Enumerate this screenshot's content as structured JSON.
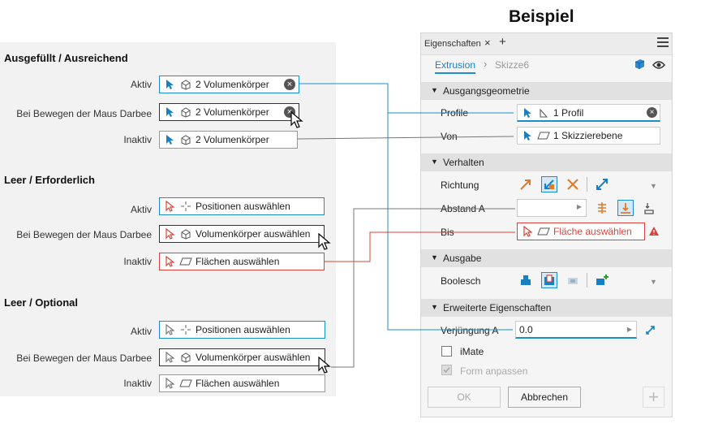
{
  "heading": "Beispiel",
  "left": {
    "sections": [
      {
        "title": "Ausgefüllt / Ausreichend",
        "rows": [
          {
            "label": "Aktiv",
            "text": "2 Volumenkörper"
          },
          {
            "label": "Bei Bewegen der Maus Darbee",
            "text": "2 Volumenkörper"
          },
          {
            "label": "Inaktiv",
            "text": "2 Volumenkörper"
          }
        ]
      },
      {
        "title": "Leer / Erforderlich",
        "rows": [
          {
            "label": "Aktiv",
            "text": "Positionen auswählen"
          },
          {
            "label": "Bei Bewegen der Maus Darbee",
            "text": "Volumenkörper auswählen"
          },
          {
            "label": "Inaktiv",
            "text": "Flächen auswählen"
          }
        ]
      },
      {
        "title": "Leer / Optional",
        "rows": [
          {
            "label": "Aktiv",
            "text": "Positionen auswählen"
          },
          {
            "label": "Bei Bewegen der Maus Darbee",
            "text": "Volumenkörper auswählen"
          },
          {
            "label": "Inaktiv",
            "text": "Flächen auswählen"
          }
        ]
      }
    ]
  },
  "panel": {
    "tab": "Eigenschaften",
    "close_glyph": "×",
    "add_glyph": "+",
    "crumb_active": "Extrusion",
    "crumb_sep": "›",
    "crumb_inactive": "Skizze6",
    "sections": {
      "input_geometry": "Ausgangsgeometrie",
      "behavior": "Verhalten",
      "output": "Ausgabe",
      "advanced": "Erweiterte Eigenschaften"
    },
    "labels": {
      "profile": "Profile",
      "from": "Von",
      "direction": "Richtung",
      "distance": "Abstand A",
      "to": "Bis",
      "boolean": "Boolesch",
      "taper": "Verjüngung A"
    },
    "values": {
      "profile": "1 Profil",
      "from": "1 Skizzierebene",
      "to": "Fläche auswählen",
      "taper": "0.0"
    },
    "checkboxes": {
      "imate": "iMate",
      "match_shape": "Form anpassen"
    },
    "buttons": {
      "ok": "OK",
      "cancel": "Abbrechen",
      "add": "+"
    },
    "colors": {
      "accent": "#1a8fc9",
      "error": "#d9443a"
    }
  }
}
